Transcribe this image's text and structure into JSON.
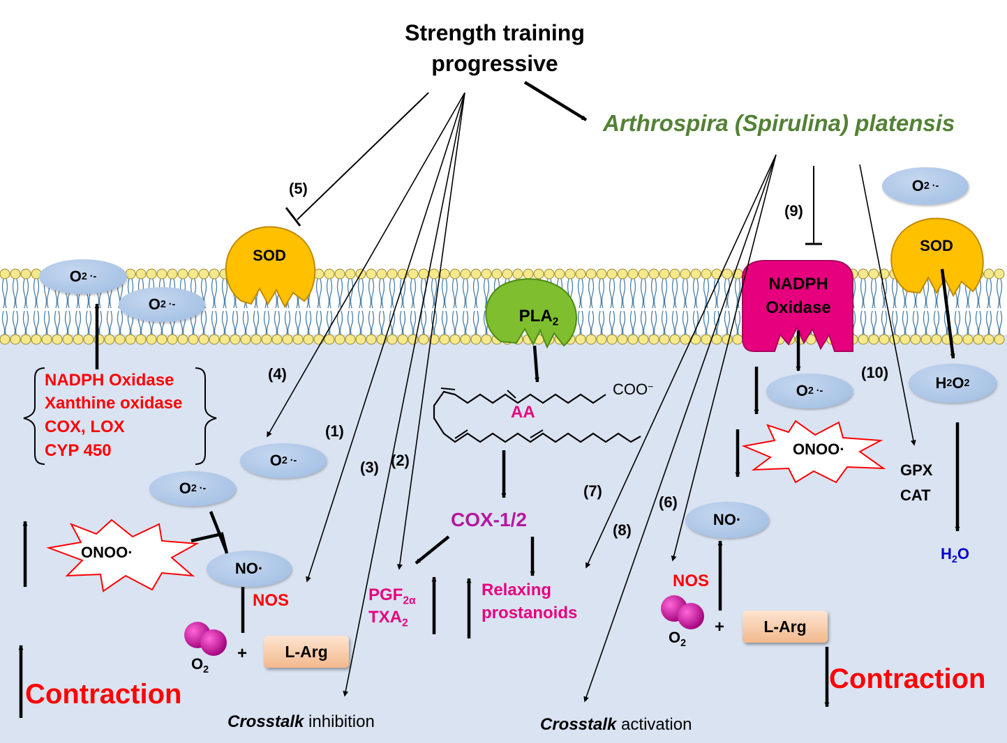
{
  "colors": {
    "cytoplasm": "#dae3f2",
    "oval": "#a9c4e6",
    "sod": "#ffc000",
    "pla2": "#7fbf2f",
    "nadph": "#e6007e",
    "red": "#ff0000",
    "pink": "#e6007e",
    "spirulina": "#538135",
    "water": "#0000cc"
  },
  "title": {
    "line1": "Strength training",
    "line2": "progressive"
  },
  "spirulina": "Arthrospira (Spirulina) platensis",
  "o2_radical": {
    "base": "O",
    "sub": "2",
    "sup": "·-"
  },
  "sod_label": "SOD",
  "pla2": {
    "base": "PLA",
    "sub": "2"
  },
  "nadph_membrane": {
    "line1": "NADPH",
    "line2": "Oxidase"
  },
  "enzymes_left": [
    "NADPH Oxidase",
    "Xanthine oxidase",
    "COX, LOX",
    "CYP 450"
  ],
  "onoo": "ONOO·",
  "no": "NO·",
  "nos": "NOS",
  "o2_molecule": {
    "base": "O",
    "sub": "2"
  },
  "plus": "+",
  "larg": "L-Arg",
  "aa": "AA",
  "coo": "COO",
  "coo_sup": "−",
  "cox12": "COX-1/2",
  "pgf": {
    "base": "PGF",
    "sub": "2α"
  },
  "txa": {
    "base": "TXA",
    "sub": "2"
  },
  "relaxing": {
    "line1": "Relaxing",
    "line2": "prostanoids"
  },
  "h2o2": {
    "a": "H",
    "s1": "2",
    "b": "O",
    "s2": "2"
  },
  "gpx": "GPX",
  "cat": "CAT",
  "h2o": {
    "a": "H",
    "s": "2",
    "b": "O"
  },
  "contraction": "Contraction",
  "crosstalk_inhibition": {
    "italic": "Crosstalk",
    "rest": " inhibition"
  },
  "crosstalk_activation": {
    "italic": "Crosstalk",
    "rest": " activation"
  },
  "numbers": {
    "n1": "(1)",
    "n2": "(2)",
    "n3": "(3)",
    "n4": "(4)",
    "n5": "(5)",
    "n6": "(6)",
    "n7": "(7)",
    "n8": "(8)",
    "n9": "(9)",
    "n10": "(10)"
  }
}
